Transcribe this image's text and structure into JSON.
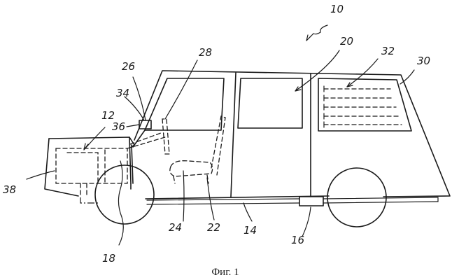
{
  "caption": "Фиг. 1",
  "refs": {
    "r10": "10",
    "r12": "12",
    "r14": "14",
    "r16": "16",
    "r18": "18",
    "r20": "20",
    "r22": "22",
    "r24": "24",
    "r26": "26",
    "r28": "28",
    "r30": "30",
    "r32": "32",
    "r34": "34",
    "r36": "36",
    "r38": "38"
  }
}
